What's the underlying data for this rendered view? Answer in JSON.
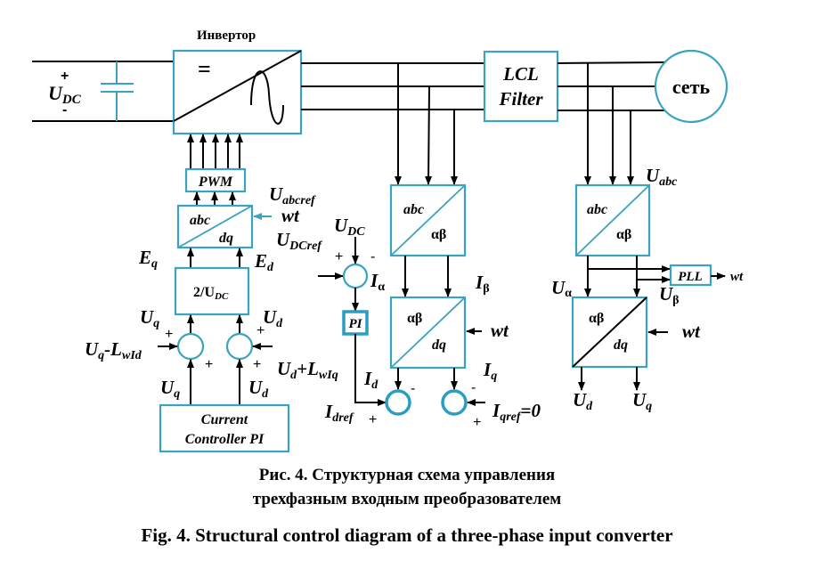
{
  "colors": {
    "block_stroke": "#3aa3bf",
    "wire": "#000000",
    "background": "#ffffff"
  },
  "power_stage": {
    "dc_source": {
      "plus": "+",
      "label_main": "U",
      "label_sub": "DC",
      "minus": "-"
    },
    "inverter": {
      "title": "Инвертор",
      "dc_symbol": "="
    },
    "filter": {
      "line1": "LCL",
      "line2": "Filter"
    },
    "grid": {
      "label": "сеть"
    }
  },
  "left_chain": {
    "pwm": "PWM",
    "abc_dq": {
      "top": "abc",
      "bottom": "dq"
    },
    "u_abcref": {
      "main": "U",
      "sub": "abcref"
    },
    "wt": "wt",
    "u_dcref": {
      "main": "U",
      "sub": "DCref"
    },
    "e_q": {
      "main": "E",
      "sub": "q"
    },
    "e_d": {
      "main": "E",
      "sub": "d"
    },
    "gain_block": {
      "main": "2/U",
      "sub": "DC"
    },
    "u_q_top": {
      "main": "U",
      "sub": "q"
    },
    "u_d_top": {
      "main": "U",
      "sub": "d"
    },
    "ff_q": {
      "main": "U",
      "sub": "q",
      "mid": "-L",
      "sub2": "wId"
    },
    "ff_d": {
      "main": "U",
      "sub": "d",
      "mid": "+L",
      "sub2": "wIq"
    },
    "u_q_bottom": {
      "main": "U",
      "sub": "q"
    },
    "u_d_bottom": {
      "main": "U",
      "sub": "d"
    },
    "current_controller": {
      "line1": "Current",
      "line2": "Controller PI"
    },
    "signs": {
      "plus": "+",
      "minus": "-"
    }
  },
  "middle_chain": {
    "abc_ab": {
      "top": "abc",
      "bottom": "αβ"
    },
    "ab_dq": {
      "top": "αβ",
      "bottom": "dq"
    },
    "u_dc": {
      "main": "U",
      "sub": "DC"
    },
    "i_alpha": {
      "main": "I",
      "sub": "α"
    },
    "i_beta": {
      "main": "I",
      "sub": "β"
    },
    "pi": "PI",
    "wt": "wt",
    "i_d": {
      "main": "I",
      "sub": "d"
    },
    "i_q": {
      "main": "I",
      "sub": "q"
    },
    "i_dref": {
      "main": "I",
      "sub": "dref"
    },
    "i_qref": {
      "main": "I",
      "sub": "qref",
      "suffix": "=0"
    }
  },
  "right_chain": {
    "abc_ab": {
      "top": "abc",
      "bottom": "αβ"
    },
    "ab_dq": {
      "top": "αβ",
      "bottom": "dq"
    },
    "u_abc": {
      "main": "U",
      "sub": "abc"
    },
    "pll": "PLL",
    "pll_out": "wt",
    "u_alpha": {
      "main": "U",
      "sub": "α"
    },
    "u_beta": {
      "main": "U",
      "sub": "β"
    },
    "wt": "wt",
    "u_d": {
      "main": "U",
      "sub": "d"
    },
    "u_q": {
      "main": "U",
      "sub": "q"
    }
  },
  "caption": {
    "ru_line1": "Рис. 4. Структурная схема управления",
    "ru_line2": "трехфазным входным преобразователем",
    "en": "Fig. 4. Structural control diagram of a three-phase input converter"
  }
}
